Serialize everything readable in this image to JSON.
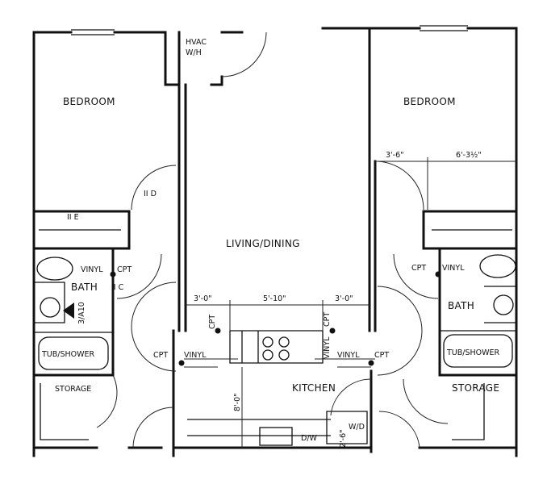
{
  "rooms": {
    "hvac": "HVAC",
    "hvac_sub": "W/H",
    "bedroom_left": "BEDROOM",
    "bedroom_right": "BEDROOM",
    "living": "LIVING/DINING",
    "bath_left": "BATH",
    "bath_right": "BATH",
    "tub_left": "TUB/SHOWER",
    "tub_right": "TUB/SHOWER",
    "storage_left": "STORAGE",
    "storage_right": "STORAGE",
    "kitchen": "KITCHEN"
  },
  "tags": {
    "door_d": "II D",
    "window_e": "II E",
    "door_c": "II C",
    "section": "3/A10",
    "dw": "D/W",
    "wd": "W/D"
  },
  "flooring": {
    "vinyl": "VINYL",
    "cpt": "CPT"
  },
  "dimensions": {
    "d1": "3'-0\"",
    "d2": "5'-10\"",
    "d3": "3'-0\"",
    "d4": "8'-0\"",
    "d5": "3'-6\"",
    "d6": "6'-3½\"",
    "d7": "2'-6\""
  }
}
